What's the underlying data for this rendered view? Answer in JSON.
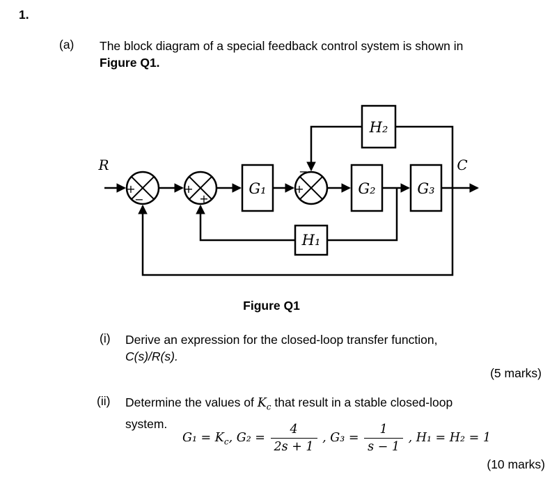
{
  "question": {
    "number": "1.",
    "part_a_label": "(a)",
    "part_a_line1": "The block diagram of a special feedback control system is shown in",
    "part_a_line2": "Figure Q1."
  },
  "figure": {
    "caption": "Figure Q1",
    "input_label": "R",
    "output_label": "C",
    "block_g1": "G₁",
    "block_g2": "G₂",
    "block_g3": "G₃",
    "block_h1": "H₁",
    "block_h2": "H₂",
    "sum1_left": "+",
    "sum1_bottom": "−",
    "sum2_left": "+",
    "sum2_bottom": "+",
    "sum3_left": "+",
    "sum3_top": "−"
  },
  "sub_i": {
    "label": "(i)",
    "line1": "Derive an expression for the closed-loop transfer function,",
    "line2": "C(s)/R(s).",
    "marks": "(5 marks)"
  },
  "sub_ii": {
    "label": "(ii)",
    "line1_pre": "Determine the values of ",
    "var_k": "K",
    "var_k_sub": "c",
    "line1_post": " that result in a stable closed-loop",
    "line2": "system.",
    "marks": "(10 marks)"
  },
  "equation": {
    "part1": "G₁ = K",
    "part1_sub": "c",
    "part2": ", G₂ =",
    "frac1_num": "4",
    "frac1_den": "2s + 1",
    "part3": ", G₃ =",
    "frac2_num": "1",
    "frac2_den": "s − 1",
    "part4": ", H₁ = H₂ = 1"
  }
}
